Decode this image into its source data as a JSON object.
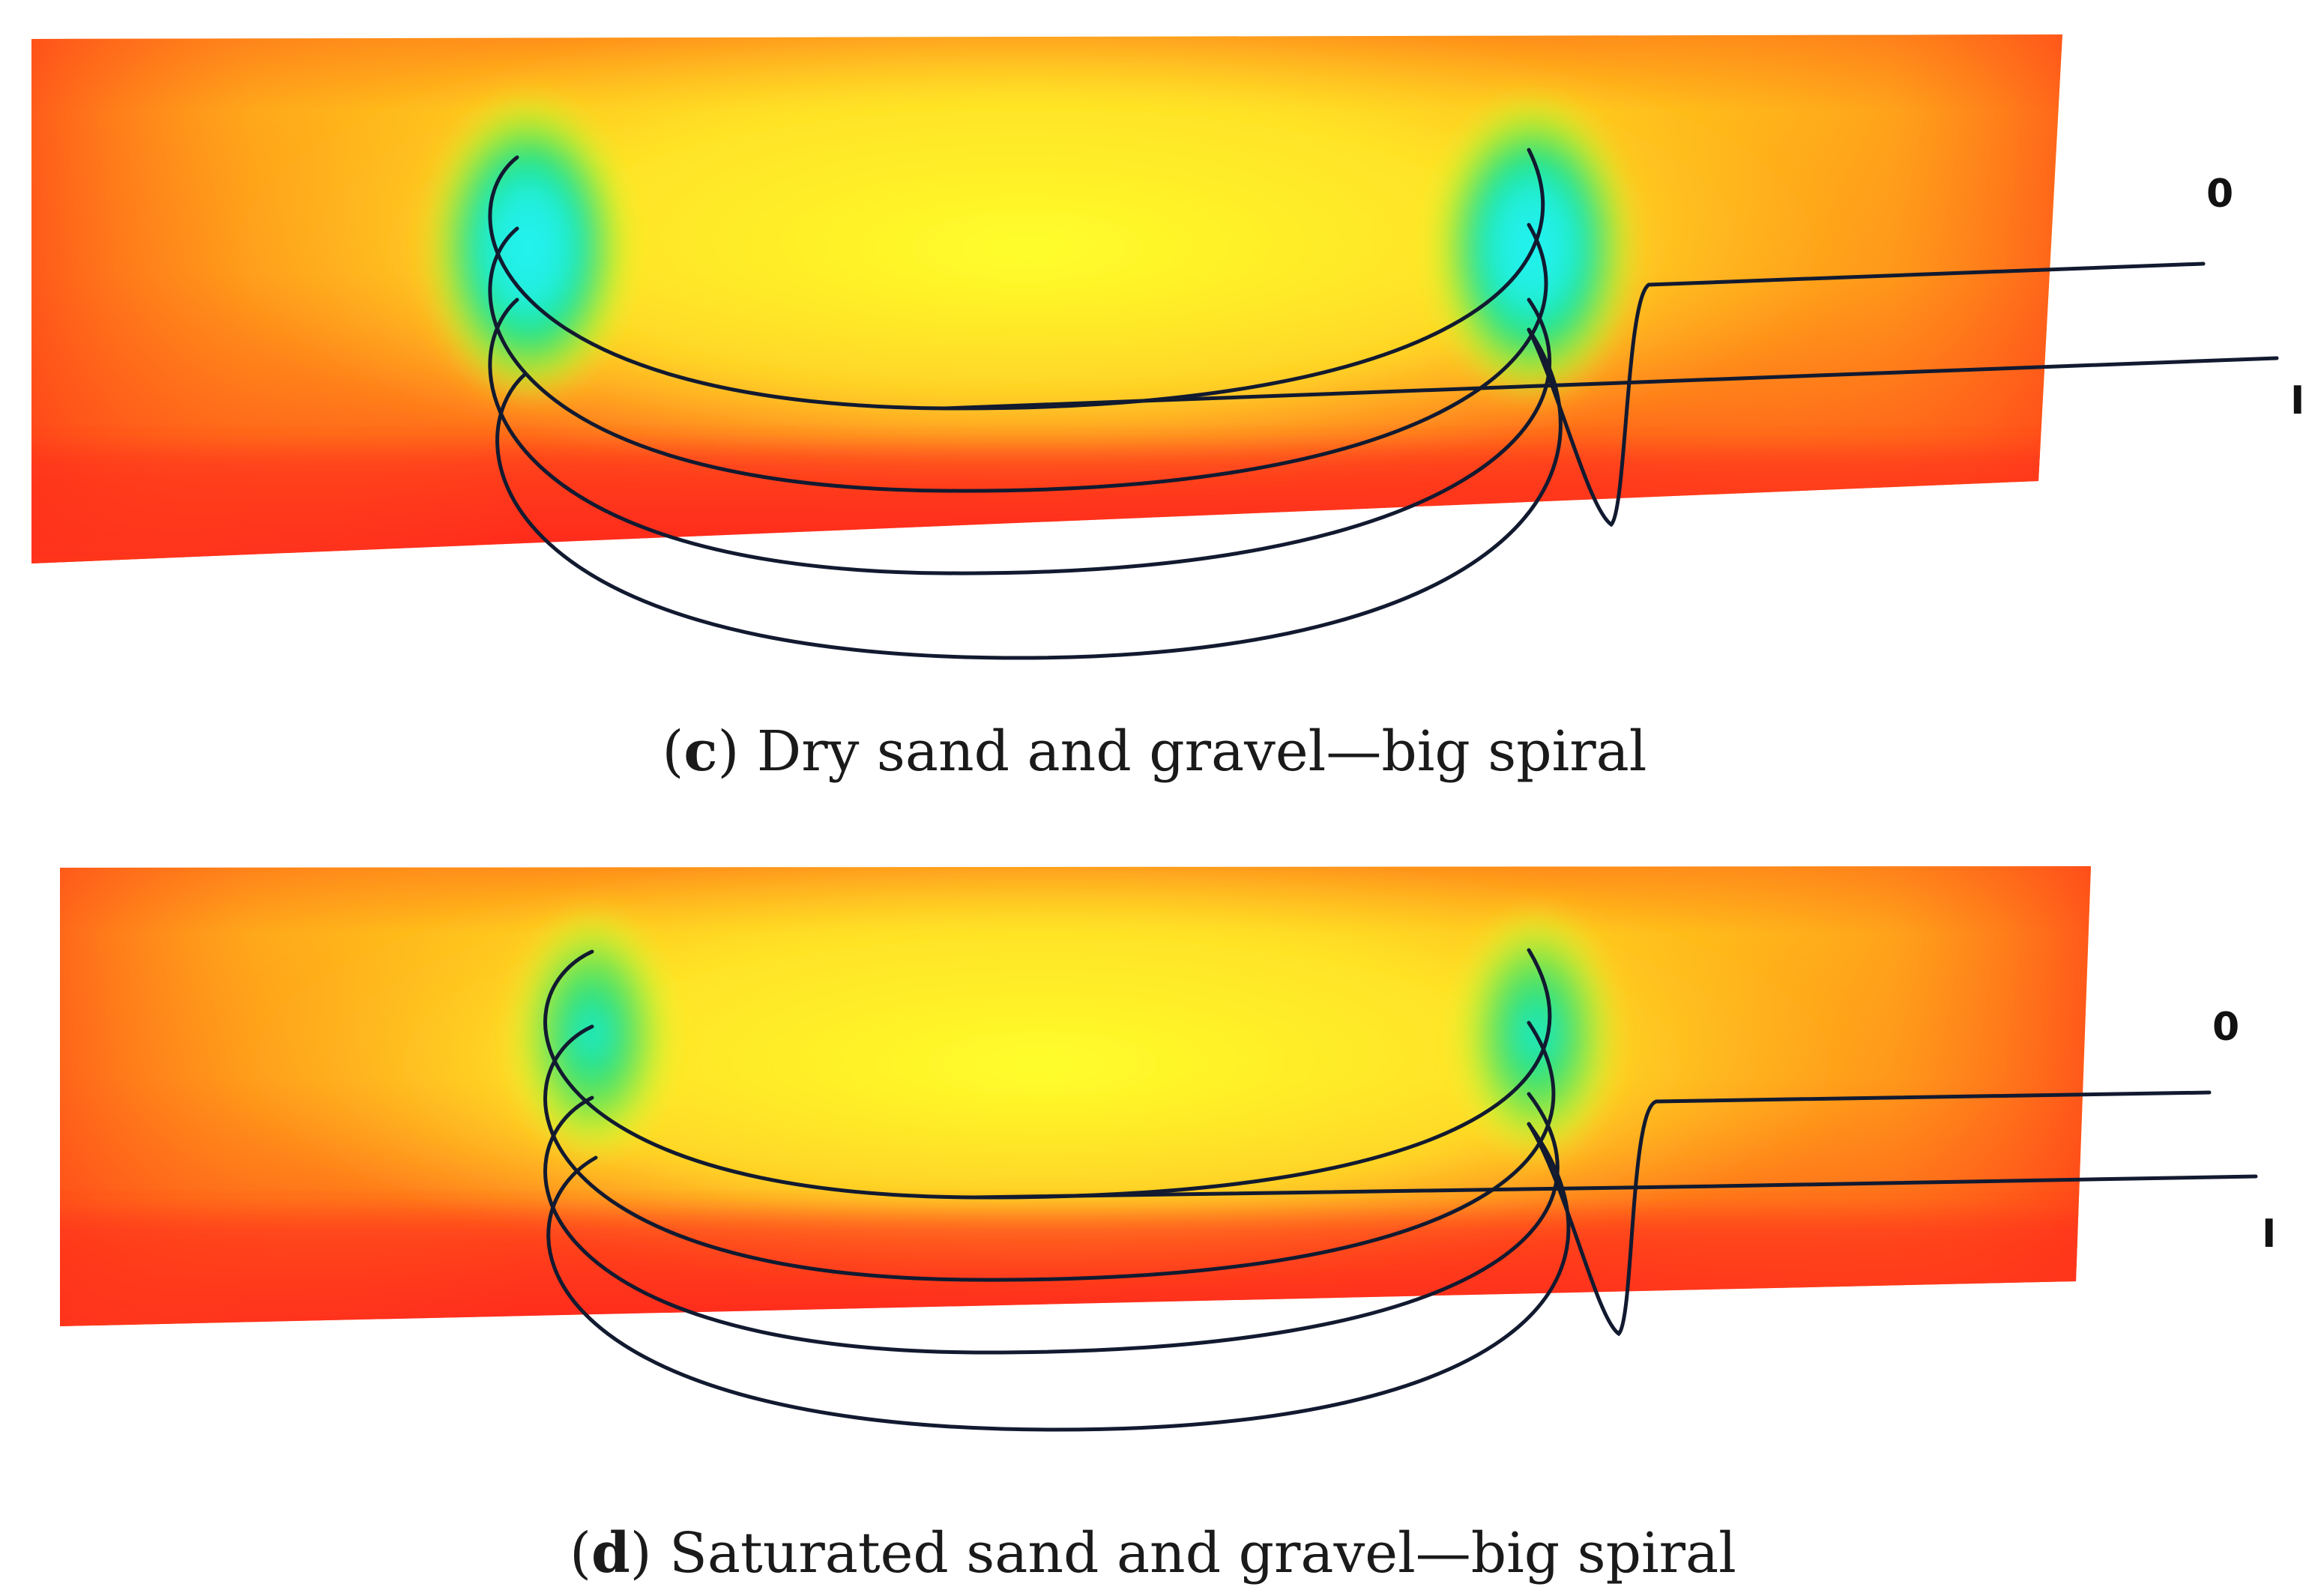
{
  "panels": [
    {
      "id": "c",
      "letter": "c",
      "caption_text": "Dry sand and gravel—big spiral",
      "terminal_labels": [
        "0",
        "I"
      ]
    },
    {
      "id": "d",
      "letter": "d",
      "caption_text": "Saturated sand and gravel—big spiral",
      "terminal_labels": [
        "0",
        "I"
      ]
    }
  ],
  "colors": {
    "field_hot": "#ff1a1a",
    "field_warm": "#ff9a1a",
    "field_mid": "#ffff1a",
    "field_cool": "#1ee682",
    "field_cold": "#1ef0f0",
    "wire": "#121a30"
  }
}
